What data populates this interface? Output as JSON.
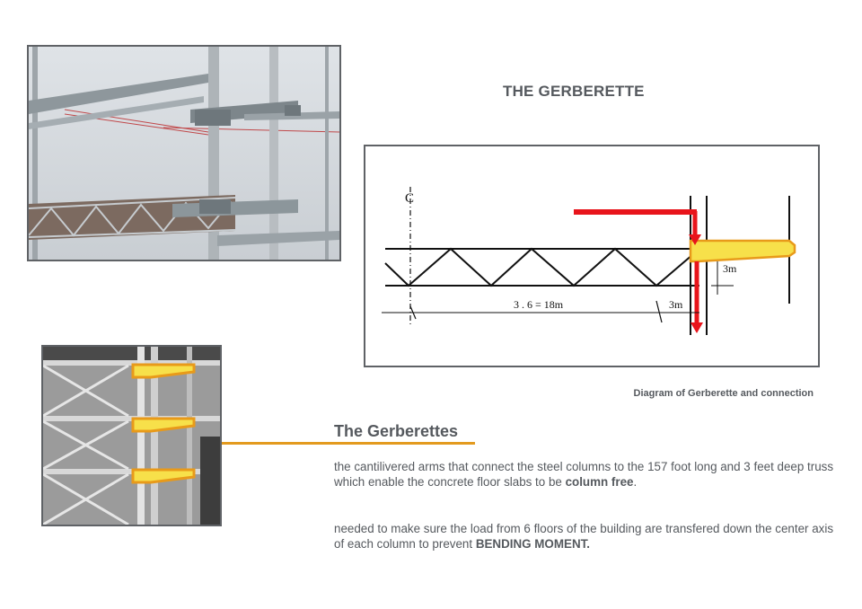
{
  "title": "THE GERBERETTE",
  "diagram": {
    "caption": "Diagram of Gerberette and connection",
    "labels": {
      "centerline": "C",
      "span": "3 . 6 = 18m",
      "end_bay": "3m",
      "cantilever": "3m"
    },
    "colors": {
      "load_arrow": "#e8141b",
      "gerberette": "#f7e04a",
      "gerberette_outline": "#e89a1a"
    }
  },
  "section": {
    "heading": "The Gerberettes",
    "para1_text": "the cantilivered arms that connect the steel columns to the 157 foot long and 3 feet deep truss which enable the concrete floor slabs to be ",
    "para1_bold": "column free",
    "para1_end": ".",
    "para2_text": "needed to make sure the load from 6 floors of the building are transfered down the center axis of each column to prevent  ",
    "para2_bold": "BENDING MOMENT."
  },
  "colors": {
    "accent": "#e39a1e",
    "text": "#55595e",
    "frame": "#5f6266"
  }
}
